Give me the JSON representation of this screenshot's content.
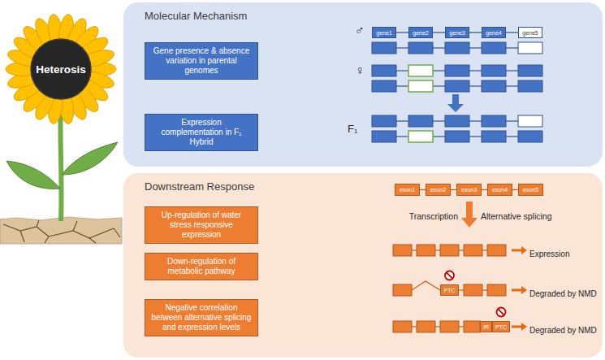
{
  "diagram": {
    "nodes": [
      {
        "text": [
          "Heterosis"
        ]
      },
      {
        "text": [
          "Molecular Mechanism"
        ]
      },
      {
        "text": [
          "Gene presence & absence variation in parental genomes"
        ],
        "in": 1
      },
      {
        "text": [
          "Expression complementation in F₁ Hybrid"
        ],
        "in": 1
      },
      {
        "text": [
          "gene1"
        ],
        "in": 1
      },
      {
        "text": [
          "gene2"
        ],
        "in": 1
      },
      {
        "text": [
          "gene3"
        ],
        "in": 1
      },
      {
        "text": [
          "gene4"
        ],
        "in": 1
      },
      {
        "text": [
          "gene5"
        ],
        "in": 1
      },
      {
        "text": [
          "Downstream Response"
        ]
      },
      {
        "text": [
          "Up-regulation of water stress responsive expression"
        ],
        "in": 9
      },
      {
        "text": [
          "Down-regulation of metabolic pathway"
        ],
        "in": 9
      },
      {
        "text": [
          "Negative correlation between alternative splicing and expression levels"
        ],
        "in": 9
      },
      {
        "text": [
          "exon1"
        ],
        "in": 9
      },
      {
        "text": [
          "exon2"
        ],
        "in": 9
      },
      {
        "text": [
          "exon3"
        ],
        "in": 9
      },
      {
        "text": [
          "exon4"
        ],
        "in": 9
      },
      {
        "text": [
          "exon5"
        ],
        "in": 9
      },
      {
        "text": [
          "PTC"
        ],
        "in": 9
      },
      {
        "text": [
          "IR"
        ],
        "in": 9
      },
      {
        "text": [
          "PTC"
        ],
        "in": 9
      }
    ],
    "edges": [
      {
        "from": 4,
        "to": 5,
        "arrow": "none"
      },
      {
        "from": 5,
        "to": 6,
        "arrow": "none"
      },
      {
        "from": 6,
        "to": 7,
        "arrow": "none"
      },
      {
        "from": 7,
        "to": 8,
        "arrow": "none"
      },
      {
        "from": 13,
        "to": 14,
        "arrow": "none"
      },
      {
        "from": 14,
        "to": 15,
        "arrow": "none"
      },
      {
        "from": 15,
        "to": 16,
        "arrow": "none"
      },
      {
        "from": 16,
        "to": 17,
        "arrow": "none"
      }
    ],
    "labels": [
      "♂",
      "♀",
      "F₁",
      "Transcription",
      "Alternative splicing",
      "Expression",
      "Degraded by NMD",
      "Degraded by NMD"
    ]
  }
}
